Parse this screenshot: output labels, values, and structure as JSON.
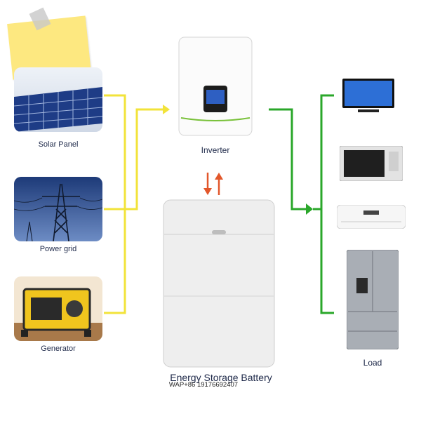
{
  "sources": [
    {
      "id": "solar",
      "label": "Solar Panel"
    },
    {
      "id": "grid",
      "label": "Power grid"
    },
    {
      "id": "generator",
      "label": "Generator"
    }
  ],
  "inverter": {
    "label": "Inverter"
  },
  "battery": {
    "label": "Energy Storage Battery",
    "watermark": "WAP+86 19176692407"
  },
  "load": {
    "label": "Load",
    "items": [
      "tv",
      "microwave",
      "air-conditioner",
      "refrigerator"
    ]
  },
  "colors": {
    "source_line": "#f2e33a",
    "load_line": "#2aa72a",
    "charge_arrow": "#e2572b"
  }
}
